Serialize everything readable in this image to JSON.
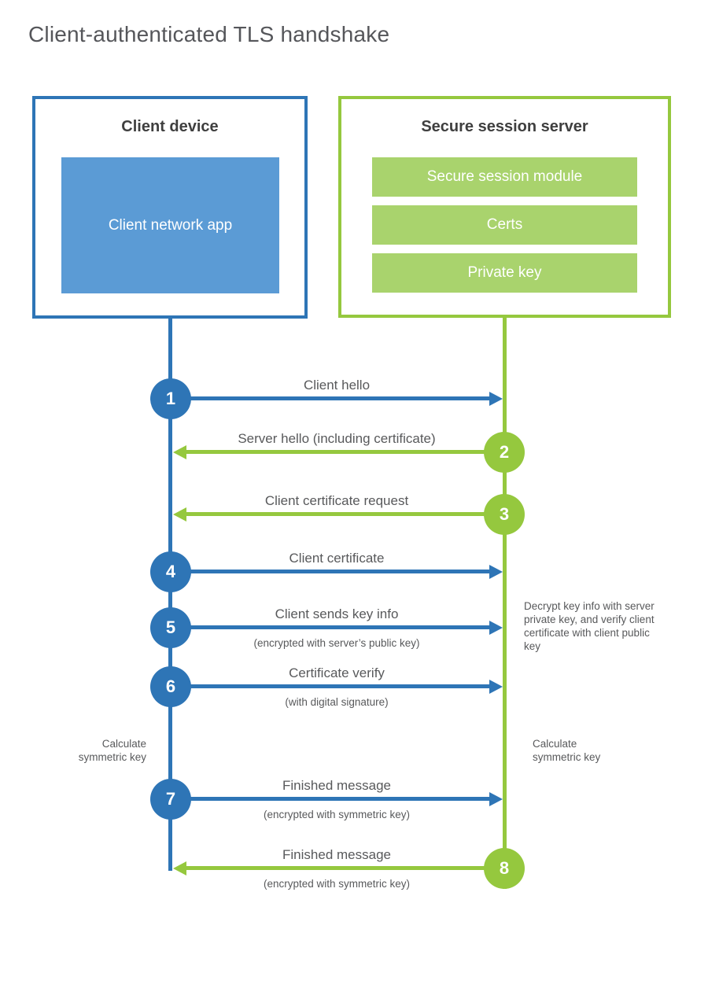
{
  "title": "Client-authenticated TLS handshake",
  "colors": {
    "blue": "#2E75B6",
    "blue_light": "#5B9BD5",
    "green": "#95C83E",
    "green_light": "#A9D36D"
  },
  "client": {
    "title": "Client device",
    "app_label": "Client network app"
  },
  "server": {
    "title": "Secure session server",
    "modules": [
      "Secure session module",
      "Certs",
      "Private key"
    ]
  },
  "messages": [
    {
      "step": "1",
      "from": "client",
      "label": "Client hello",
      "sub": ""
    },
    {
      "step": "2",
      "from": "server",
      "label": "Server hello (including certificate)",
      "sub": ""
    },
    {
      "step": "3",
      "from": "server",
      "label": "Client certificate request",
      "sub": ""
    },
    {
      "step": "4",
      "from": "client",
      "label": "Client certificate",
      "sub": ""
    },
    {
      "step": "5",
      "from": "client",
      "label": "Client sends key info",
      "sub": "(encrypted with server’s public key)"
    },
    {
      "step": "6",
      "from": "client",
      "label": "Certificate verify",
      "sub": "(with digital signature)"
    },
    {
      "step": "7",
      "from": "client",
      "label": "Finished message",
      "sub": "(encrypted with symmetric key)"
    },
    {
      "step": "8",
      "from": "server",
      "label": "Finished message",
      "sub": "(encrypted with symmetric key)"
    }
  ],
  "notes": {
    "decrypt_note": "Decrypt key info with server private key, and verify client certificate with client public key",
    "calculate_left": "Calculate symmetric key",
    "calculate_right": "Calculate symmetric key"
  }
}
